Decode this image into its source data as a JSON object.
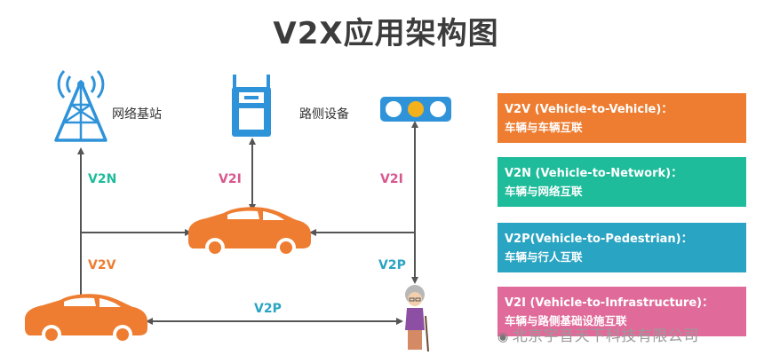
{
  "title": "V2X应用架构图",
  "nodes": {
    "base_station": "网络基站",
    "roadside_unit": "路侧设备"
  },
  "link_labels": {
    "v2n": "V2N",
    "v2i_rsu": "V2I",
    "v2i_light": "V2I",
    "v2v": "V2V",
    "v2p_vertical": "V2P",
    "v2p_horizontal": "V2P"
  },
  "legend": [
    {
      "title": "V2V (Vehicle-to-Vehicle)：",
      "desc": "车辆与车辆互联",
      "color": "#ee7d31"
    },
    {
      "title": "V2N (Vehicle-to-Network)：",
      "desc": "车辆与网络互联",
      "color": "#1ebc9a"
    },
    {
      "title": "V2P(Vehicle-to-Pedestrian)：",
      "desc": "车辆与行人互联",
      "color": "#2aa4c3"
    },
    {
      "title": "V2I (Vehicle-to-Infrastructure)：",
      "desc": "车辆与路侧基础设施互联",
      "color": "#e06b9a"
    }
  ],
  "link_colors": {
    "v2n": "#1ebc9a",
    "v2i": "#d9578e",
    "v2v": "#ee7d31",
    "v2p": "#2aa4c3"
  },
  "icon_colors": {
    "blue": "#2f93d9",
    "car": "#ee7d31",
    "amber": "#f4b11b"
  },
  "watermark": "北京宇音天下科技有限公司"
}
